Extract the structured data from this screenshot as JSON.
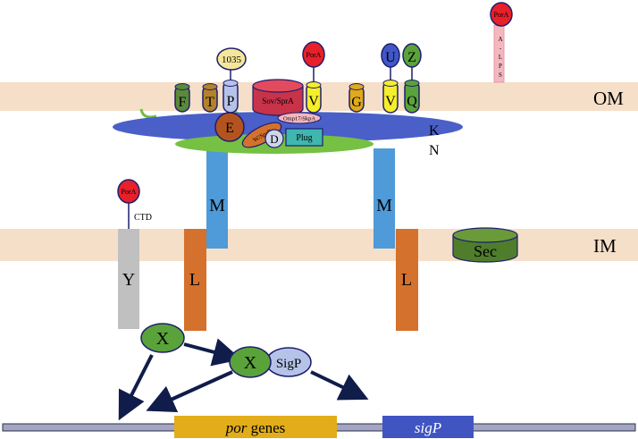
{
  "membranes": {
    "outer": "OM",
    "inner": "IM"
  },
  "components": {
    "F": "F",
    "T": "T",
    "P": "P",
    "G": "G",
    "V": "V",
    "Q": "Q",
    "U": "U",
    "Z": "Z",
    "E": "E",
    "D": "D",
    "K": "K",
    "N": "N",
    "M": "M",
    "L": "L",
    "Y": "Y",
    "X": "X"
  },
  "labels": {
    "pgn1035": "1035",
    "porA": "PorA",
    "sov": "Sov/SprA",
    "omp17": "Omp17/SkpA",
    "wspre": "W/SprE",
    "plug": "Plug",
    "sec": "Sec",
    "ctd": "CTD",
    "sigP": "SigP",
    "alps": [
      "A",
      "-",
      "L",
      "P",
      "S"
    ]
  },
  "dna": {
    "por_italic": "por",
    "por_rest": " genes",
    "sigP_gene": "sigP"
  },
  "colors": {
    "membrane": "#f5dfc8",
    "k_ring": "#4a5fc8",
    "n_ring": "#76c043",
    "m_protein": "#4f9ad8",
    "l_protein": "#d4712c",
    "y_protein": "#c0c0c0",
    "porA": "#e8202a",
    "yellow": "#f5ee2a",
    "green": "#5aa33a",
    "lavender": "#b5c3e8",
    "gold": "#e0aa1a",
    "dna_line": "#a3a6c3",
    "por_gene": "#e2ad19",
    "sigp_gene": "#4055c2"
  }
}
